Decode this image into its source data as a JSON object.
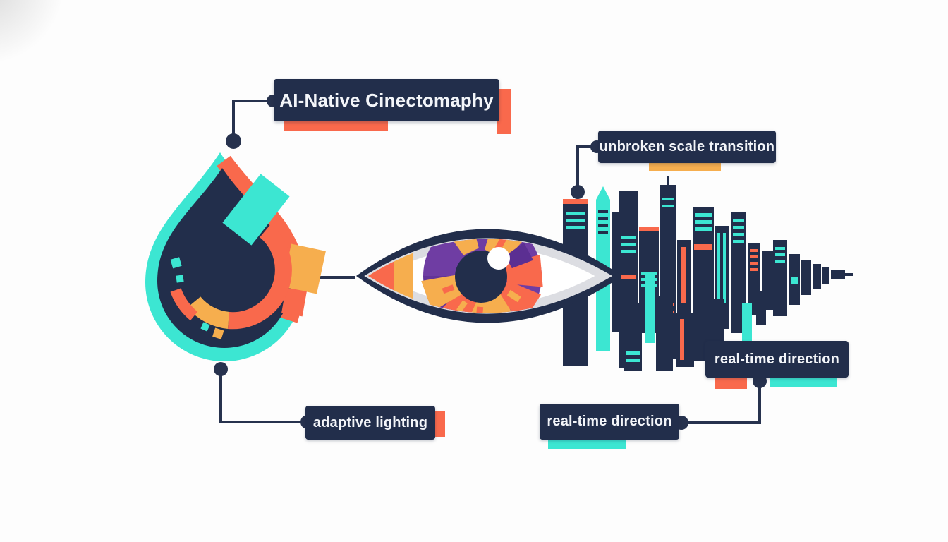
{
  "title": {
    "label": "AI-Native Cinectomaphy"
  },
  "callouts": {
    "unbroken_scale_transition": {
      "label": "unbroken scale transition"
    },
    "adaptive_lighting": {
      "label": "adaptive lighting"
    },
    "real_time_direction_upper": {
      "label": "real-time direction"
    },
    "real_time_direction_lower": {
      "label": "real-time direction"
    }
  },
  "illustrations": {
    "drop": "water-drop-icon",
    "eye": "eye-icon",
    "skyline": "city-skyline-icon"
  },
  "colors": {
    "navy": "#222e4b",
    "teal": "#3ce6d2",
    "coral": "#f9694c",
    "amber": "#f6ae4e",
    "purple": "#6f3da3",
    "purple_dark": "#5b2f92",
    "sclera_gray": "#dcdde2",
    "background": "#fdfdfd"
  }
}
